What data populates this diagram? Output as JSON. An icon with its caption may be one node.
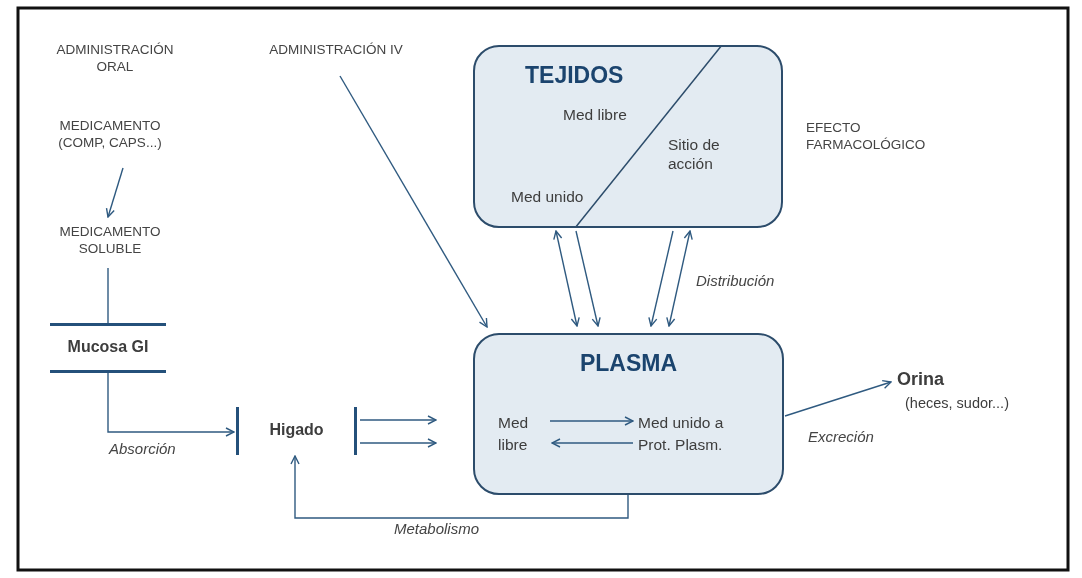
{
  "diagram": {
    "nodes": [
      {
        "text": [
          "ADMINISTRACIÓN IV"
        ]
      },
      {
        "text": [
          "MEDICAMENTO (COMP, CAPS...)"
        ]
      },
      {
        "text": [
          "MEDICAMENTO SOLUBLE"
        ]
      },
      {
        "text": [
          "Mucosa GI"
        ]
      },
      {
        "text": [
          "Higado"
        ]
      },
      {
        "text": [
          "TEJIDOS",
          "Med libre",
          "Sitio de acción",
          "Med unido"
        ]
      },
      {
        "text": [
          "PLASMA"
        ]
      },
      {
        "text": [
          "Med libre"
        ],
        "in": 6
      },
      {
        "text": [
          "Med unido a Prot. Plasm."
        ],
        "in": 6
      },
      {
        "text": [
          "Orina",
          "(heces, sudor...)"
        ]
      }
    ],
    "edges": [
      {
        "from": 0,
        "to": 6,
        "arrow": "to"
      },
      {
        "from": 1,
        "to": 2,
        "arrow": "to"
      },
      {
        "from": 2,
        "to": 3,
        "arrow": "none"
      },
      {
        "from": 3,
        "to": 4,
        "arrow": "to",
        "label": "Absorción"
      },
      {
        "from": 4,
        "to": 6,
        "arrow": "to"
      },
      {
        "from": 4,
        "to": 6,
        "arrow": "to"
      },
      {
        "from": 6,
        "to": 4,
        "arrow": "to",
        "label": "Metabolismo"
      },
      {
        "from": 5,
        "to": 6,
        "arrow": "both"
      },
      {
        "from": 5,
        "to": 6,
        "arrow": "to"
      },
      {
        "from": 5,
        "to": 6,
        "arrow": "to"
      },
      {
        "from": 5,
        "to": 6,
        "arrow": "both",
        "label": "Distribución"
      },
      {
        "from": 7,
        "to": 8,
        "arrow": "to"
      },
      {
        "from": 8,
        "to": 7,
        "arrow": "to"
      },
      {
        "from": 6,
        "to": 9,
        "arrow": "to",
        "label": "Excreción"
      }
    ],
    "labels": [
      "ADMINISTRACIÓN ORAL",
      "EFECTO FARMACOLÓGICO"
    ]
  }
}
